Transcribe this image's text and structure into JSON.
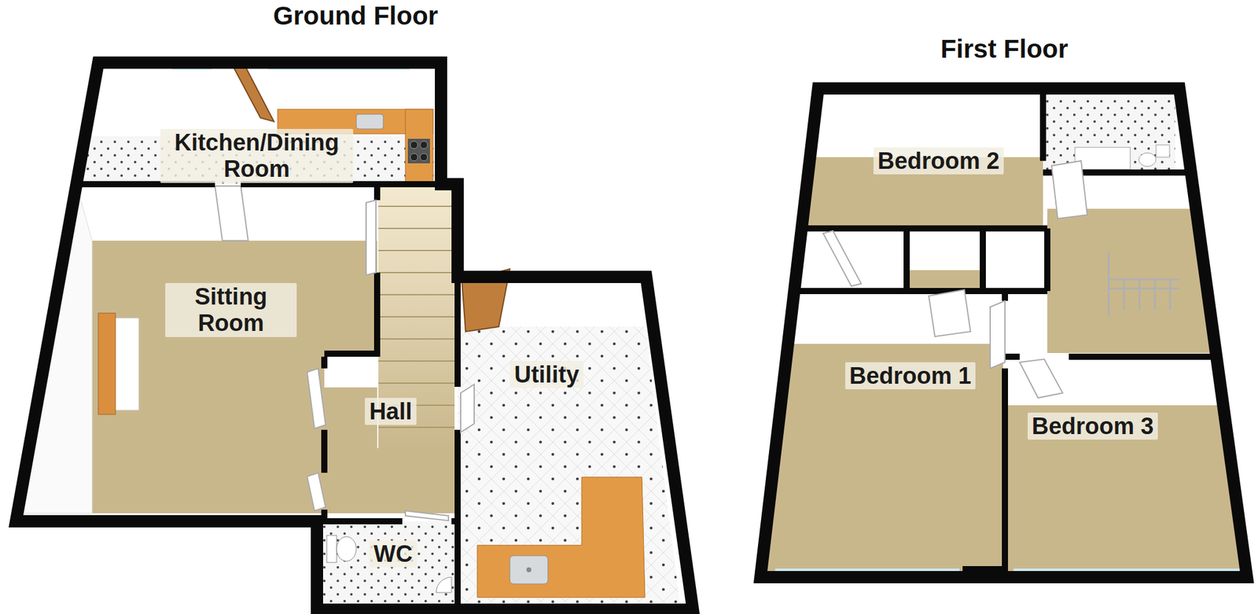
{
  "diagram": {
    "nodes": [
      {
        "text": [
          "Ground Floor"
        ]
      },
      {
        "text": [
          "Kitchen/Dining Room"
        ],
        "in": 0
      },
      {
        "text": [
          "Sitting Room"
        ],
        "in": 0
      },
      {
        "text": [
          "Hall"
        ],
        "in": 0
      },
      {
        "text": [
          "Utility"
        ],
        "in": 0
      },
      {
        "text": [
          "WC"
        ],
        "in": 0
      },
      {
        "text": [
          "First Floor"
        ]
      },
      {
        "text": [
          "Bedroom 2"
        ],
        "in": 6
      },
      {
        "text": [
          "Bedroom 1"
        ],
        "in": 6
      },
      {
        "text": [
          "Bedroom 3"
        ],
        "in": 6
      }
    ]
  }
}
